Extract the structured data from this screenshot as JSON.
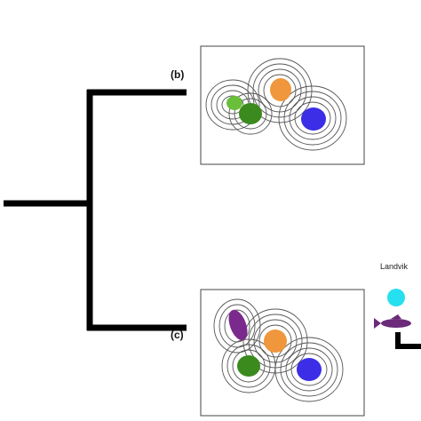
{
  "panels": {
    "b": {
      "label": "(b)"
    },
    "c": {
      "label": "(c)"
    }
  },
  "legend": {
    "site_name": "Landvik"
  },
  "colors": {
    "tree": "#000000",
    "panel_border": "#444444",
    "contour": "#555555",
    "green": "#3a8a1e",
    "green_light": "#6abf3a",
    "orange": "#f0963c",
    "blue": "#3b2ee6",
    "purple": "#7a2a8c",
    "cyan": "#26e0f0",
    "fish": "#6b2a7a"
  },
  "icons": [
    "fish-icon",
    "site-circle-icon"
  ]
}
